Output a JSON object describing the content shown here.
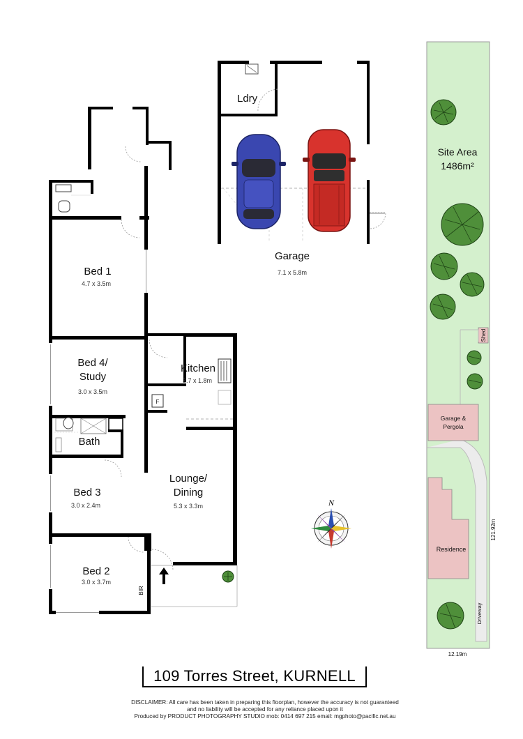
{
  "title": "109 Torres Street, KURNELL",
  "disclaimer": {
    "line1": "DISCLAIMER: All care has been taken in preparing this floorplan, however the accuracy is not guaranteed",
    "line2": "and no liability will be accepted for any reliance placed upon it",
    "line3": "Produced by PRODUCT PHOTOGRAPHY STUDIO mob: 0414 697 215 email: mgphoto@pacific.net.au"
  },
  "rooms": {
    "laundry": {
      "name": "Ldry"
    },
    "garage": {
      "name": "Garage",
      "dims": "7.1 x 5.8m"
    },
    "bed1": {
      "name": "Bed 1",
      "dims": "4.7 x 3.5m"
    },
    "bed4": {
      "name_line1": "Bed 4/",
      "name_line2": "Study",
      "dims": "3.0 x 3.5m"
    },
    "kitchen": {
      "name": "Kitchen",
      "dims": "3.7 x 1.8m"
    },
    "bath": {
      "name": "Bath"
    },
    "lounge": {
      "name_line1": "Lounge/",
      "name_line2": "Dining",
      "dims": "5.3 x 3.3m"
    },
    "bed3": {
      "name": "Bed 3",
      "dims": "3.0 x 2.4m"
    },
    "bed2": {
      "name": "Bed 2",
      "dims": "3.0 x 3.7m"
    },
    "bir": {
      "name": "BIR"
    }
  },
  "site": {
    "area_label": "Site Area",
    "area_value": "1486m²",
    "shed": "Shed",
    "garage_pergola_line1": "Garage &",
    "garage_pergola_line2": "Pergola",
    "residence": "Residence",
    "driveway": "Driveway",
    "length": "121.92m",
    "width": "12.19m"
  },
  "compass": {
    "north": "N"
  },
  "colors": {
    "site_green": "#d4f0cd",
    "building_pink": "#ecc3c3",
    "car_blue": "#3a47b0",
    "car_red": "#d8332d",
    "wall": "#000000"
  }
}
